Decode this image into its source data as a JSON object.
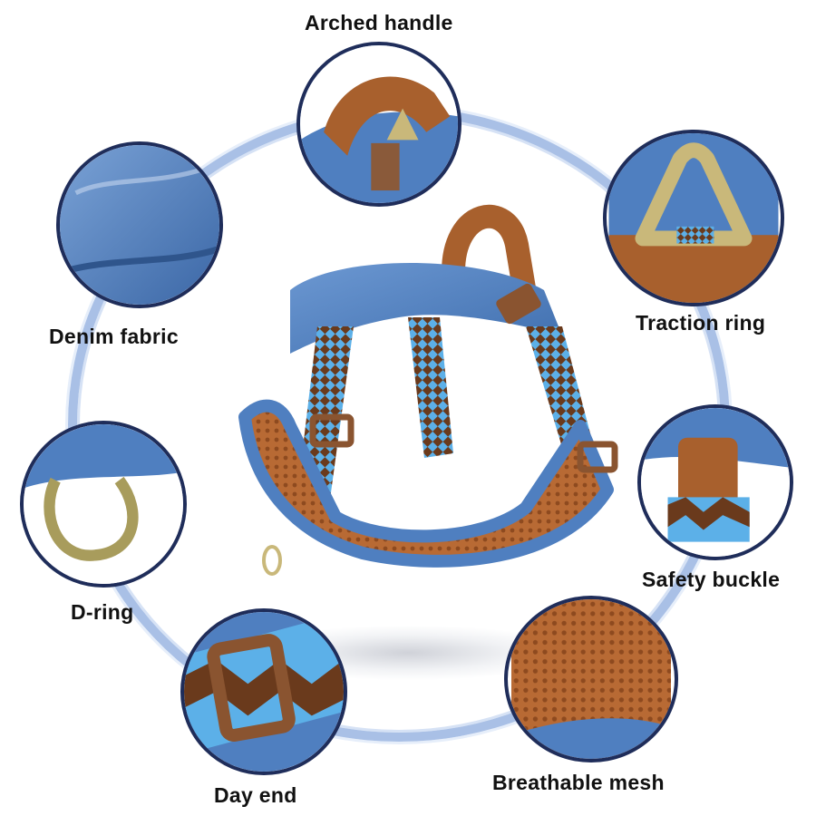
{
  "labels": {
    "arched_handle": "Arched handle",
    "traction_ring": "Traction ring",
    "denim_fabric": "Denim fabric",
    "d_ring": "D-ring",
    "safety_buckle": "Safety buckle",
    "day_end": "Day end",
    "breathable_mesh": "Breathable mesh"
  },
  "colors": {
    "denim": "#4f7fc0",
    "brown": "#a8602d",
    "checker_blue": "#5cb0e8",
    "checker_brown": "#6a3a1c",
    "ring_outline": "#a9c0e6",
    "bubble_border": "#1f2d5a",
    "brass": "#c9b87a"
  }
}
